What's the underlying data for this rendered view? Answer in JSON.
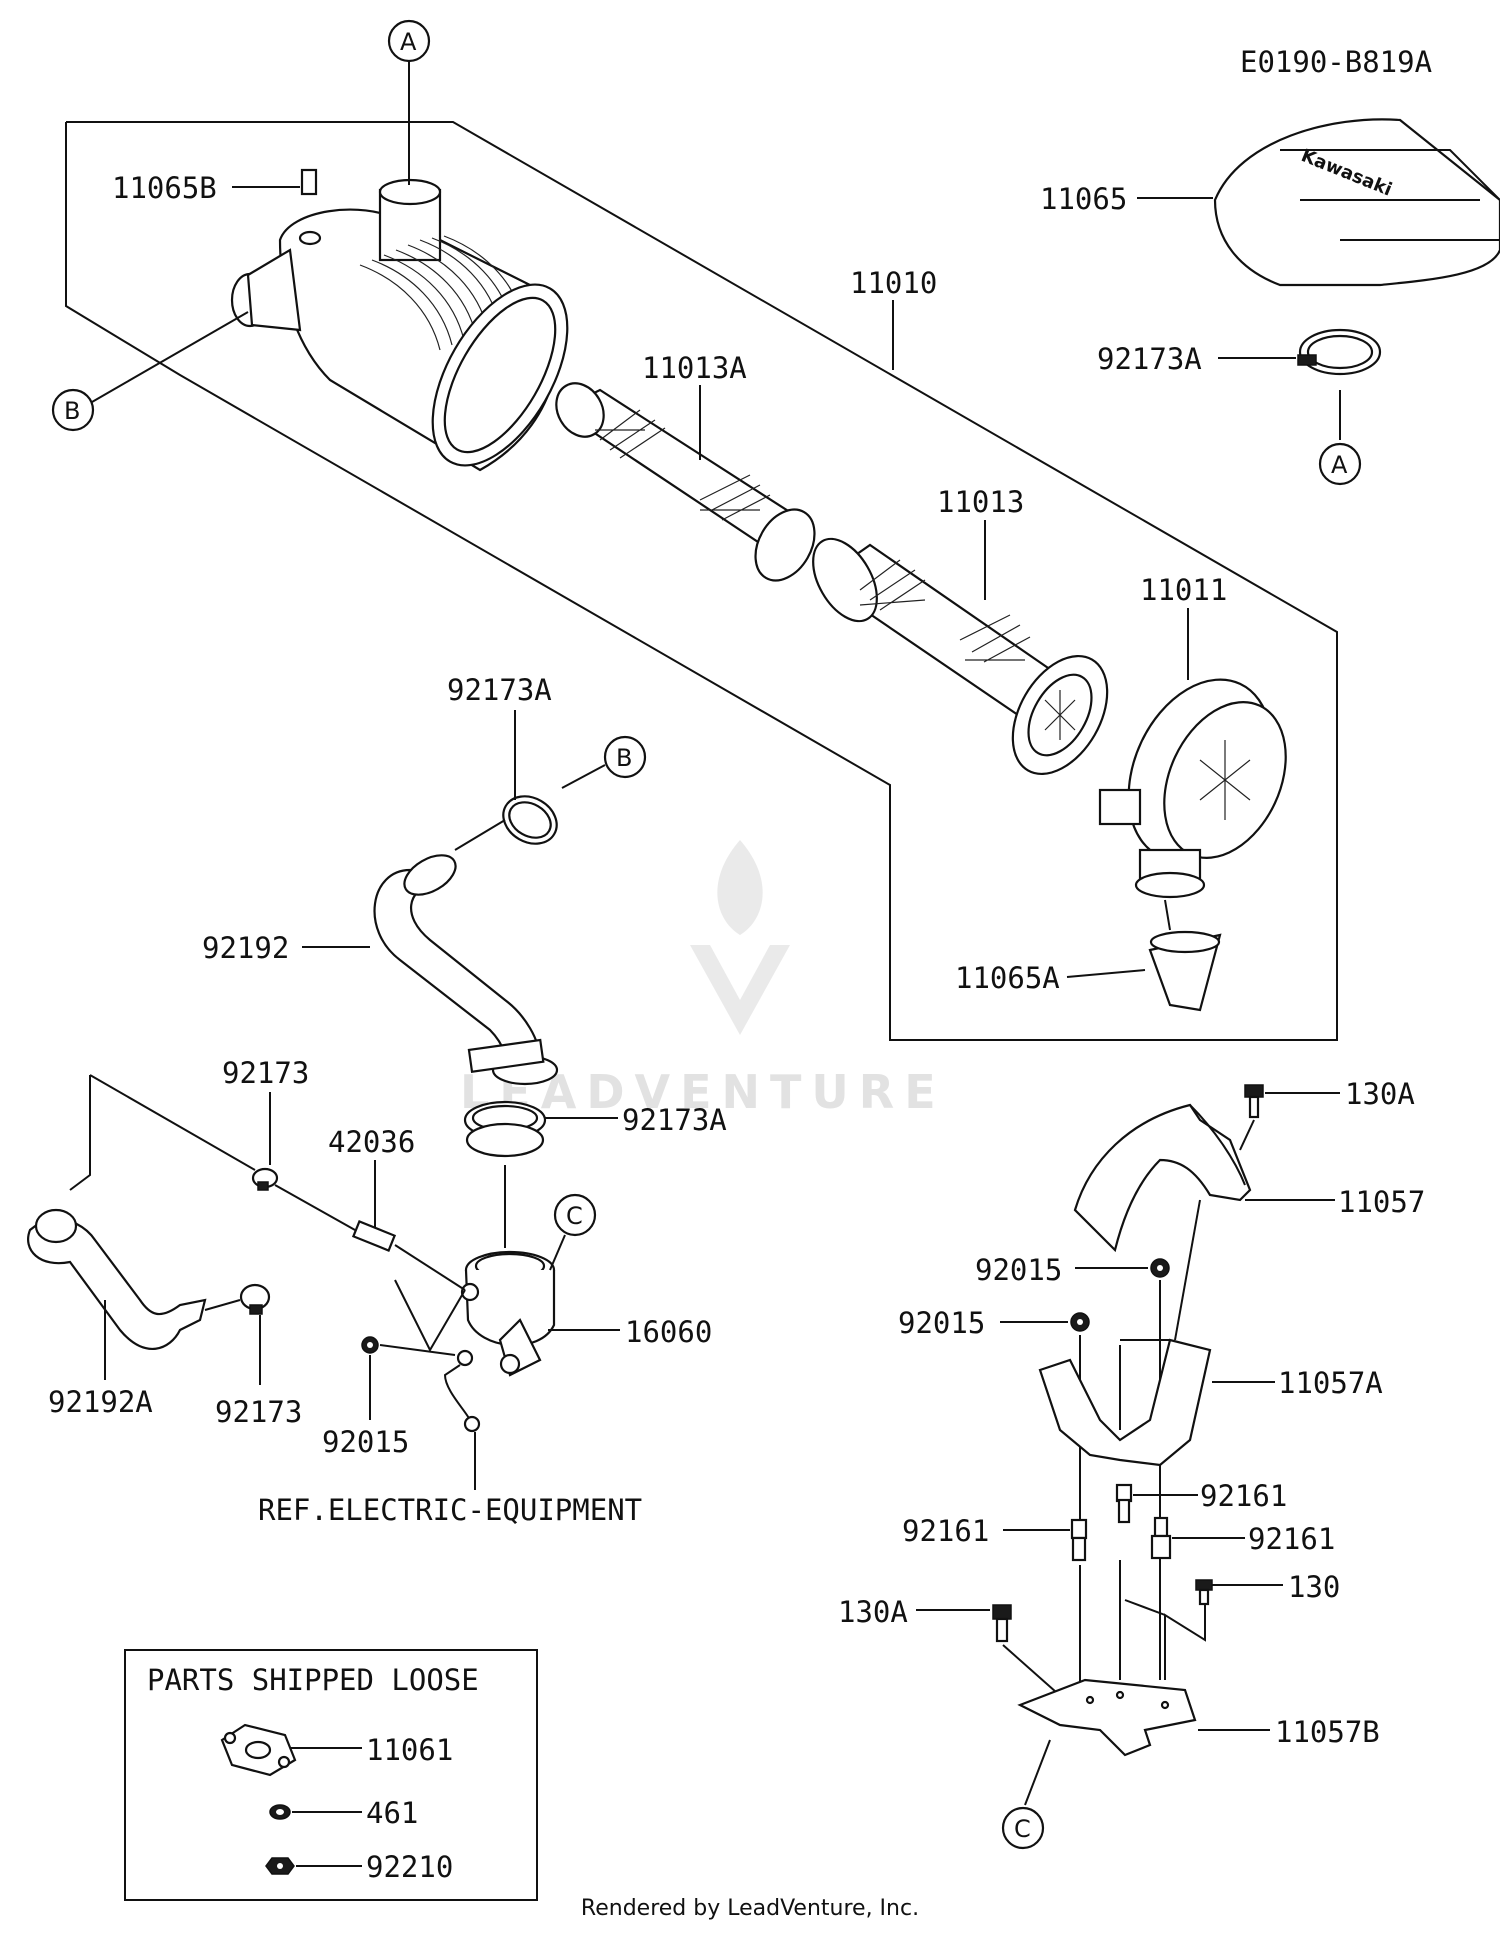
{
  "diagram_id": "E0190-B819A",
  "callouts": {
    "A": "A",
    "B": "B",
    "C": "C"
  },
  "parts": {
    "p11065B": "11065B",
    "p11065": "11065",
    "p11010": "11010",
    "p11013A": "11013A",
    "p92173A_top": "92173A",
    "p11013": "11013",
    "p11011": "11011",
    "p92173A_mid": "92173A",
    "p92192": "92192",
    "p11065A": "11065A",
    "p92173_a": "92173",
    "p42036": "42036",
    "p92173A_low": "92173A",
    "p130A_top": "130A",
    "p11057": "11057",
    "p16060": "16060",
    "p92015_a": "92015",
    "p92015_b": "92015",
    "p92015_c": "92015",
    "p11057A": "11057A",
    "p92192A": "92192A",
    "p92173_b": "92173",
    "p92161_a": "92161",
    "p92161_b": "92161",
    "p92161_c": "92161",
    "p130A_low": "130A",
    "p130": "130",
    "p11057B": "11057B",
    "p11061": "11061",
    "p461": "461",
    "p92210": "92210"
  },
  "ref_note": "REF.ELECTRIC-EQUIPMENT",
  "loose_box_title": "PARTS SHIPPED LOOSE",
  "brand_on_cover": "Kawasaki",
  "watermark": "LEADVENTURE",
  "footer": "Rendered by LeadVenture, Inc."
}
